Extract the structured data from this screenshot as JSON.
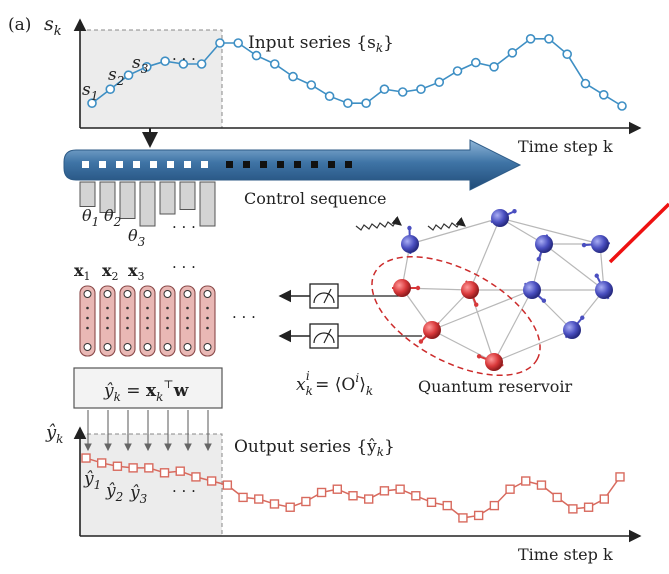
{
  "panel_label": "(a)",
  "input_chart": {
    "y_label": "s",
    "y_label_sub": "k",
    "title": "Input series {s",
    "title_sub": "k",
    "title_close": "}",
    "x_label": "Time step k",
    "point_labels": [
      {
        "base": "s",
        "sub": "1"
      },
      {
        "base": "s",
        "sub": "2"
      },
      {
        "base": "s",
        "sub": "3"
      }
    ],
    "ellipsis": "· · ·",
    "values": [
      0.12,
      0.22,
      0.32,
      0.38,
      0.42,
      0.4,
      0.4,
      0.55,
      0.55,
      0.46,
      0.4,
      0.31,
      0.25,
      0.17,
      0.12,
      0.12,
      0.22,
      0.2,
      0.22,
      0.27,
      0.35,
      0.41,
      0.38,
      0.48,
      0.58,
      0.58,
      0.47,
      0.26,
      0.18,
      0.1
    ],
    "line_color": "#3e8fc4",
    "marker_fill": "#ffffff"
  },
  "control": {
    "label": "Control sequence",
    "theta_labels": [
      {
        "base": "θ",
        "sub": "1"
      },
      {
        "base": "θ",
        "sub": "2"
      },
      {
        "base": "θ",
        "sub": "3"
      }
    ],
    "ellipsis": "· · ·",
    "bar_levels": [
      0.35,
      0.55,
      0.75,
      1.0,
      0.6,
      0.45,
      1.0
    ],
    "arrow_color": "#4a7fb0",
    "white_dots": 8,
    "black_dots": 8
  },
  "readout": {
    "vector_labels": [
      "x",
      "x",
      "x"
    ],
    "vector_subs": [
      "1",
      "2",
      "3"
    ],
    "ellipsis": "· · ·",
    "equation_lhs": "ŷ",
    "equation_lhs_sub": "k",
    "equation_eq": " = ",
    "equation_x": "x",
    "equation_x_sub": "k",
    "equation_x_sup": "⊤",
    "equation_w": "w",
    "expect_lhs": "x",
    "expect_lhs_sub": "k",
    "expect_lhs_sup": "i",
    "expect_rhs": " = ⟨O",
    "expect_rhs_sup": "i",
    "expect_close": "⟩",
    "expect_close_sub": "k",
    "measure_ellipsis": "· · ·",
    "column_color": "#e9b8b5"
  },
  "reservoir": {
    "label": "Quantum reservoir",
    "red_color": "#d8383a",
    "blue_color": "#4a4fc0"
  },
  "output_chart": {
    "y_label": "ŷ",
    "y_label_sub": "k",
    "title": "Output series {ŷ",
    "title_sub": "k",
    "title_close": "}",
    "x_label": "Time step k",
    "point_labels": [
      {
        "base": "ŷ",
        "sub": "1"
      },
      {
        "base": "ŷ",
        "sub": "2"
      },
      {
        "base": "ŷ",
        "sub": "3"
      }
    ],
    "ellipsis": "· · ·",
    "values": [
      0.78,
      0.72,
      0.68,
      0.66,
      0.66,
      0.6,
      0.62,
      0.55,
      0.5,
      0.45,
      0.3,
      0.28,
      0.22,
      0.18,
      0.25,
      0.36,
      0.4,
      0.32,
      0.28,
      0.38,
      0.4,
      0.32,
      0.24,
      0.2,
      0.05,
      0.08,
      0.2,
      0.4,
      0.5,
      0.45,
      0.3,
      0.16,
      0.18,
      0.28,
      0.55
    ],
    "line_color": "#d86a5e",
    "marker_fill": "#ffffff"
  },
  "annotation": {
    "red_pointer_color": "#ee1111"
  }
}
